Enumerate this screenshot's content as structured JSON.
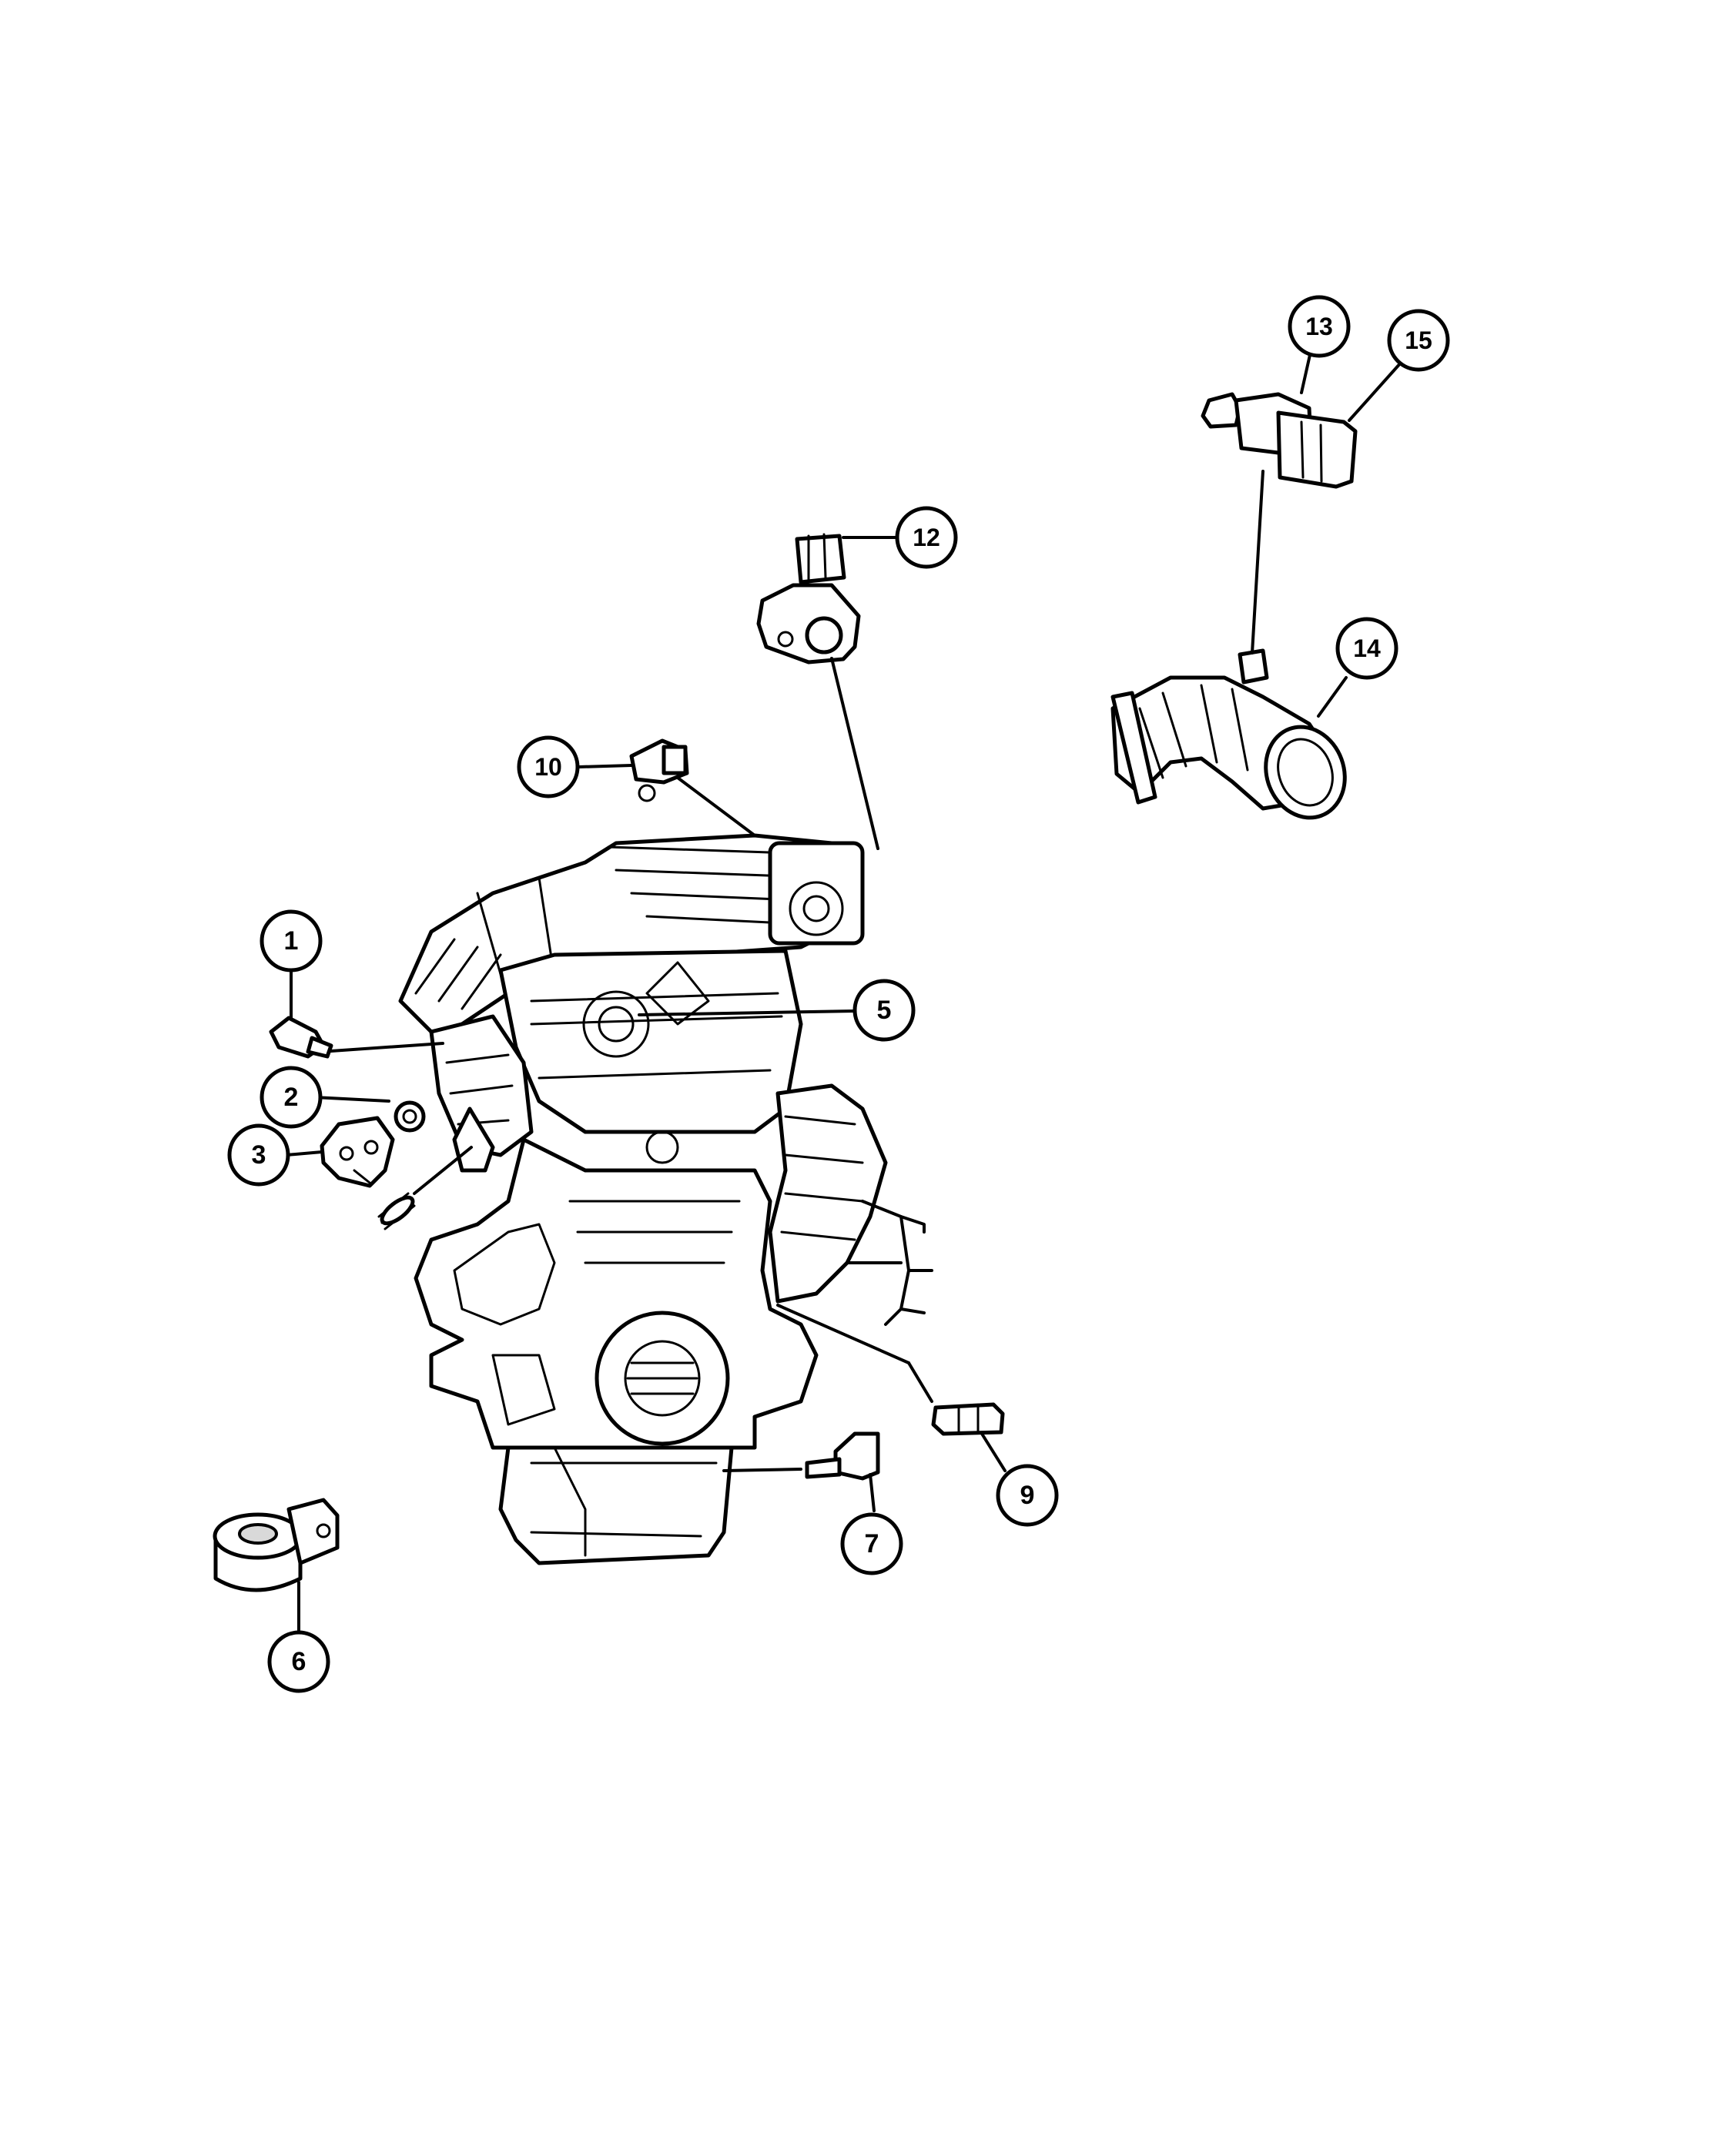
{
  "callouts": [
    {
      "id": "1",
      "label": "1"
    },
    {
      "id": "2",
      "label": "2"
    },
    {
      "id": "3",
      "label": "3"
    },
    {
      "id": "5",
      "label": "5"
    },
    {
      "id": "6",
      "label": "6"
    },
    {
      "id": "7",
      "label": "7"
    },
    {
      "id": "9",
      "label": "9"
    },
    {
      "id": "10",
      "label": "10"
    },
    {
      "id": "12",
      "label": "12"
    },
    {
      "id": "13",
      "label": "13"
    },
    {
      "id": "14",
      "label": "14"
    },
    {
      "id": "15",
      "label": "15"
    }
  ],
  "parts": [
    {
      "id": "1",
      "name": "sensor-1"
    },
    {
      "id": "2",
      "name": "washer-2"
    },
    {
      "id": "3",
      "name": "sensor-3"
    },
    {
      "id": "6",
      "name": "knock-sensor-6"
    },
    {
      "id": "7",
      "name": "sensor-7"
    },
    {
      "id": "9",
      "name": "sensor-9"
    },
    {
      "id": "10",
      "name": "sensor-10"
    },
    {
      "id": "12",
      "name": "throttle-position-sensor-12"
    },
    {
      "id": "13",
      "name": "sensor-13"
    },
    {
      "id": "14",
      "name": "air-inlet-hose-14"
    }
  ]
}
